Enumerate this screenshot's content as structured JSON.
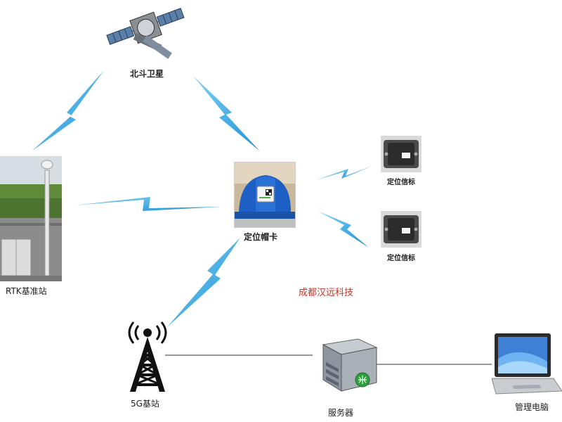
{
  "labels": {
    "satellite": "北斗卫星",
    "rtk_station": "RTK基准站",
    "helmet_card": "定位帽卡",
    "beacon_1": "定位信标",
    "beacon_2": "定位信标",
    "base_station_5g": "5G基站",
    "server": "服务器",
    "management_pc": "管理电脑",
    "company": "成都汉远科技"
  },
  "colors": {
    "signal": "#29abe2",
    "link_line": "#333333",
    "company_text": "#c0392b"
  }
}
